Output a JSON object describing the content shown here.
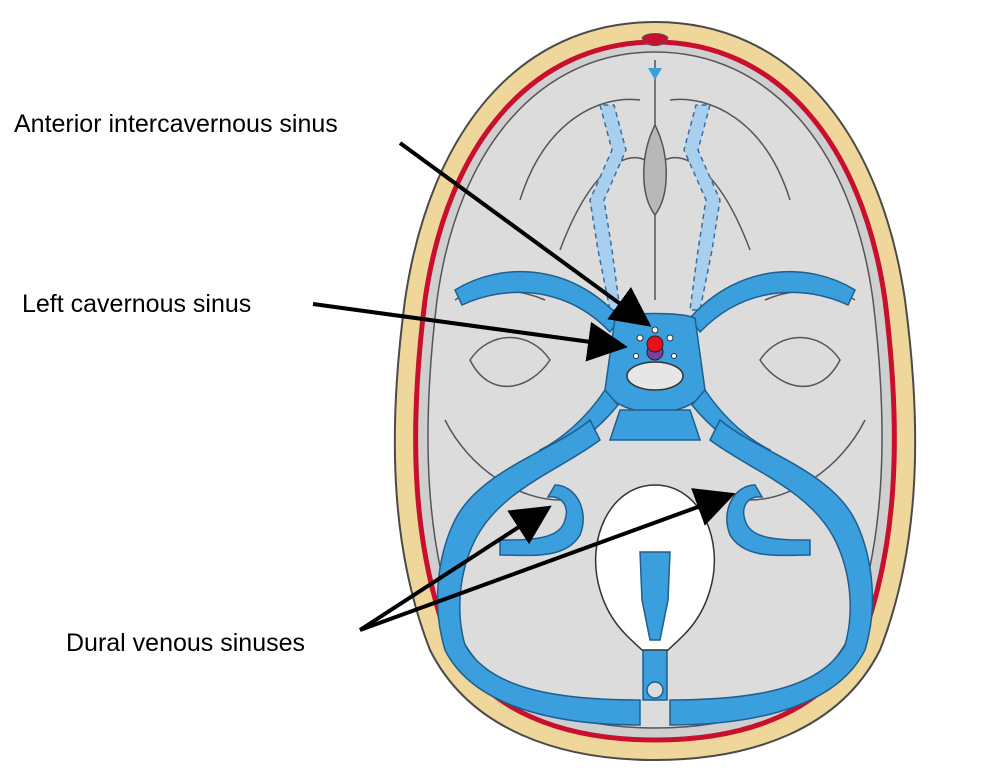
{
  "labels": {
    "anterior_intercavernous_sinus": "Anterior intercavernous sinus",
    "left_cavernous_sinus": "Left cavernous sinus",
    "dural_venous_sinuses": "Dural venous sinuses"
  },
  "colors": {
    "background": "#ffffff",
    "skull_bone": "#efd79b",
    "dura_line": "#c8102e",
    "cranial_fossa": "#d9d9d9",
    "venous_sinus": "#3a9fdc",
    "artery_dot": "#e8101c",
    "pituitary_dot": "#7b3fa0",
    "foramen_magnum": "#ffffff",
    "arrow": "#000000"
  }
}
